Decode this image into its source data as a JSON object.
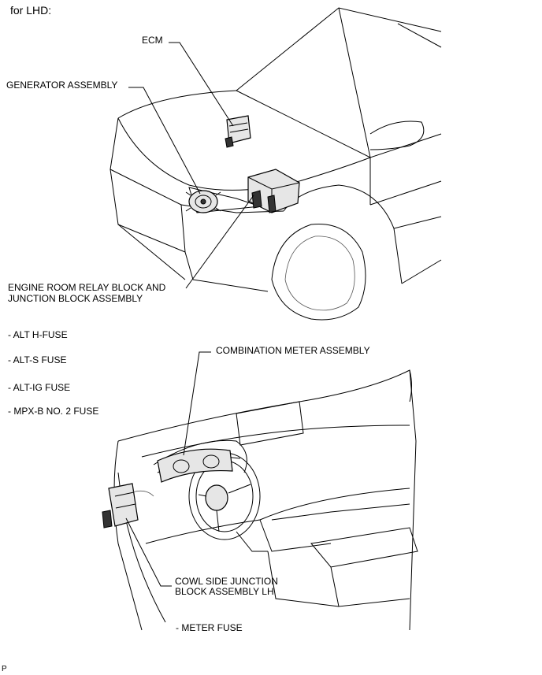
{
  "heading": "for LHD:",
  "labels": {
    "ecm": "ECM",
    "generator": "GENERATOR ASSEMBLY",
    "relay_block_line1": "ENGINE ROOM RELAY BLOCK AND",
    "relay_block_line2": "JUNCTION BLOCK ASSEMBLY",
    "fuse_alt_h": "- ALT H-FUSE",
    "fuse_alt_s": "- ALT-S FUSE",
    "fuse_alt_ig": "- ALT-IG FUSE",
    "fuse_mpx_b": "- MPX-B NO. 2 FUSE",
    "combination_meter": "COMBINATION METER ASSEMBLY",
    "cowl_line1": "COWL SIDE JUNCTION",
    "cowl_line2": "BLOCK ASSEMBLY LH",
    "meter_fuse": "- METER FUSE",
    "corner_mark": "P"
  }
}
